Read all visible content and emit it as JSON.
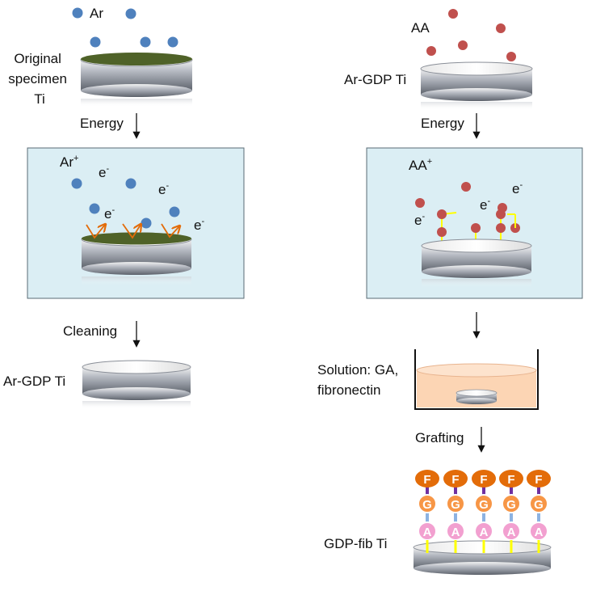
{
  "left": {
    "labels": {
      "ar": "Ar",
      "original_line1": "Original",
      "original_line2": "specimen",
      "original_line3": "Ti",
      "energy": "Energy",
      "ar_plus": "Ar",
      "plus_sign": "+",
      "e1": "e",
      "e2": "e",
      "e3": "e",
      "e4": "e",
      "minus": "-",
      "cleaning": "Cleaning",
      "ar_gdp_ti": "Ar-GDP Ti"
    }
  },
  "right": {
    "labels": {
      "aa": "AA",
      "ar_gdp_ti": "Ar-GDP Ti",
      "energy": "Energy",
      "aa_plus": "AA",
      "plus_sign": "+",
      "e1": "e",
      "e2": "e",
      "e3": "e",
      "minus": "-",
      "solution_line1": "Solution: GA,",
      "solution_line2": "fibronectin",
      "grafting": "Grafting",
      "gdp_fib_ti": "GDP-fib Ti"
    },
    "chain_letters": {
      "fibronectin": "F",
      "glutaraldehyde": "G",
      "acrylic_acid": "A"
    }
  },
  "colors": {
    "argon": "#4f81bd",
    "acrylic_acid": "#c0504d",
    "plasma_box": "#dbeef4",
    "contamination": "#4f6228",
    "solution": "#fcd5b4",
    "fibronectin": "#e36c09",
    "glutaraldehyde": "#f79646",
    "acrylic_marker": "#f2a0d0",
    "linker_yellow": "#ffff00",
    "linker_purple": "#7030a0",
    "linker_blue": "#8db3e2"
  }
}
